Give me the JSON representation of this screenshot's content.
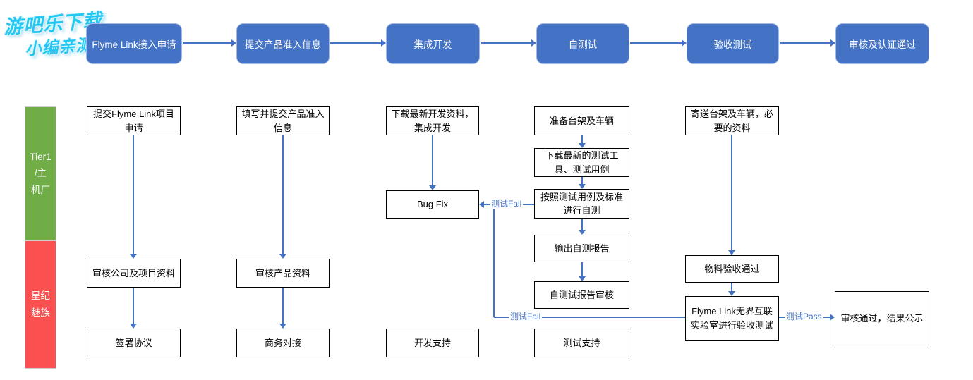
{
  "watermark": {
    "line1": "游吧乐下载",
    "line2": "小编亲测"
  },
  "stages": [
    {
      "label": "Flyme Link接入申请"
    },
    {
      "label": "提交产品准入信息"
    },
    {
      "label": "集成开发"
    },
    {
      "label": "自测试"
    },
    {
      "label": "验收测试"
    },
    {
      "label": "审核及认证通过"
    }
  ],
  "lanes": [
    {
      "label": "Tier1\n/主\n机厂",
      "color": "#70AD47"
    },
    {
      "label": "星纪\n魅族",
      "color": "#FB5050"
    }
  ],
  "columns": [
    {
      "boxes": [
        "提交Flyme Link项目申请",
        "审核公司及项目资料",
        "签署协议"
      ]
    },
    {
      "boxes": [
        "填写并提交产品准入信息",
        "审核产品资料",
        "商务对接"
      ]
    },
    {
      "boxes": [
        "下载最新开发资料，集成开发",
        "Bug Fix",
        "开发支持"
      ]
    },
    {
      "boxes": [
        "准备台架及车辆",
        "下载最新的测试工具、测试用例",
        "按照测试用例及标准进行自测",
        "输出自测报告",
        "自测试报告审核",
        "测试支持"
      ]
    },
    {
      "boxes": [
        "寄送台架及车辆，必要的资料",
        "物料验收通过",
        "Flyme Link无界互联实验室进行验收测试"
      ]
    },
    {
      "boxes": [
        "审核通过，结果公示"
      ]
    }
  ],
  "edge_labels": {
    "self_test_fail": "测试Fail",
    "acceptance_fail": "测试Fail",
    "acceptance_pass": "测试Pass"
  },
  "colors": {
    "accent_blue": "#4472C4",
    "lane_green": "#70AD47",
    "lane_red": "#FB5050",
    "stage_text": "#FFFFFF"
  }
}
